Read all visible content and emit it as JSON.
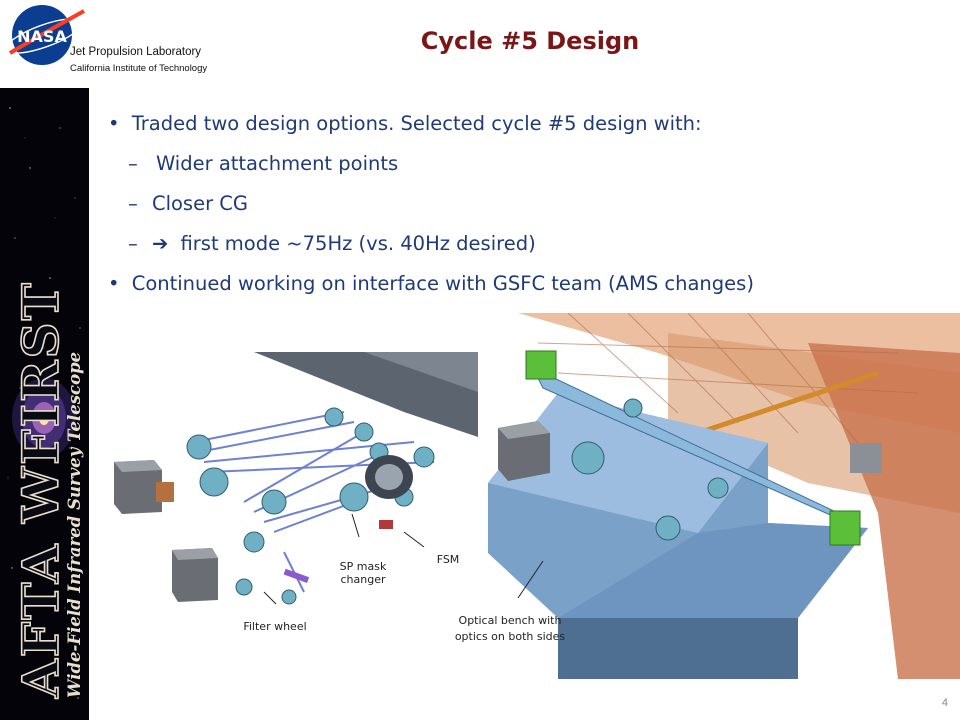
{
  "header": {
    "logo_text": "NASA",
    "org_line1": "Jet Propulsion Laboratory",
    "org_line2": "California Institute of Technology"
  },
  "slide": {
    "title": "Cycle #5 Design",
    "page_number": "4"
  },
  "sidebar": {
    "title": "AFTA WFIRST",
    "subtitle": "Wide-Field Infrared Survey Telescope"
  },
  "bullets": {
    "b1": "Traded two design options. Selected cycle #5 design with:",
    "s1": "Wider attachment points",
    "s2": "Closer CG",
    "s3": "first mode ~75Hz (vs. 40Hz desired)",
    "b2": "Continued working on interface with GSFC team (AMS changes)",
    "bullet_char": "•",
    "dash_char": "–",
    "arrow_char": "➔"
  },
  "figures": {
    "left_captions": {
      "fsm": "FSM",
      "sp_line1": "SP mask",
      "sp_line2": "changer",
      "filter": "Filter wheel"
    },
    "right_caption": {
      "line1": "Optical bench with",
      "line2": "optics on both sides"
    }
  },
  "colors": {
    "title": "#7a1616",
    "bullet_text": "#1f3a78",
    "bench_blue": "#7aa2c9",
    "orange_structure": "#d59a70",
    "mount_green": "#5cbf3a"
  }
}
